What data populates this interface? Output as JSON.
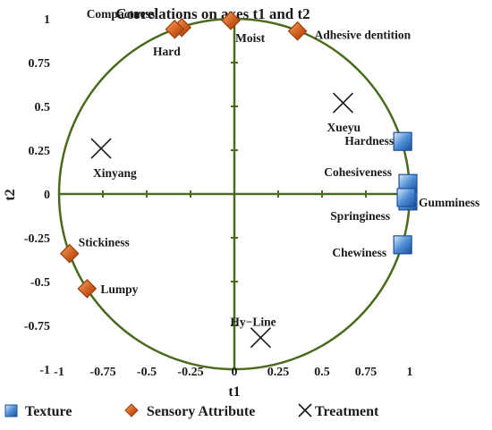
{
  "chart_data": {
    "type": "scatter",
    "title": "Correlations on axes t1 and t2",
    "xlabel": "t1",
    "ylabel": "t2",
    "xlim": [
      -1,
      1
    ],
    "ylim": [
      -1,
      1
    ],
    "x_ticks": [
      "-1",
      "-0.75",
      "-0.5",
      "-0.25",
      "0",
      "0.25",
      "0.5",
      "0.75",
      "1"
    ],
    "y_ticks": [
      "1",
      "0.75",
      "0.5",
      "0.25",
      "0",
      "-0.25",
      "-0.5",
      "-0.75",
      "-1"
    ],
    "unit_circle": true,
    "grid": false,
    "legend_position": "bottom",
    "series": [
      {
        "name": "Texture",
        "marker": "square",
        "color": "#2e74c4",
        "points": [
          {
            "label": "Hardness",
            "x": 0.96,
            "y": 0.3
          },
          {
            "label": "Cohesiveness",
            "x": 0.99,
            "y": 0.06
          },
          {
            "label": "Gumminess",
            "x": 0.99,
            "y": -0.04
          },
          {
            "label": "Springiness",
            "x": 0.98,
            "y": -0.02
          },
          {
            "label": "Chewiness",
            "x": 0.96,
            "y": -0.29
          }
        ]
      },
      {
        "name": "Sensory Attribute",
        "marker": "diamond",
        "color": "#cc5a1e",
        "points": [
          {
            "label": "Compactness",
            "x": -0.3,
            "y": 0.95
          },
          {
            "label": "Hard",
            "x": -0.34,
            "y": 0.94
          },
          {
            "label": "Moist",
            "x": -0.02,
            "y": 0.99
          },
          {
            "label": "Adhesive dentition",
            "x": 0.36,
            "y": 0.93
          },
          {
            "label": "Stickiness",
            "x": -0.94,
            "y": -0.34
          },
          {
            "label": "Lumpy",
            "x": -0.84,
            "y": -0.54
          }
        ]
      },
      {
        "name": "Treatment",
        "marker": "cross",
        "color": "#1a1a1a",
        "points": [
          {
            "label": "Xueyu",
            "x": 0.62,
            "y": 0.52
          },
          {
            "label": "Xinyang",
            "x": -0.76,
            "y": 0.26
          },
          {
            "label": "Hy−Line",
            "x": 0.15,
            "y": -0.82
          }
        ]
      }
    ]
  },
  "colors": {
    "circle": "#4a6a1e",
    "axes": "#4a6a1e",
    "texture_marker": "#2e74c4",
    "sensory_marker": "#cc5a1e"
  }
}
